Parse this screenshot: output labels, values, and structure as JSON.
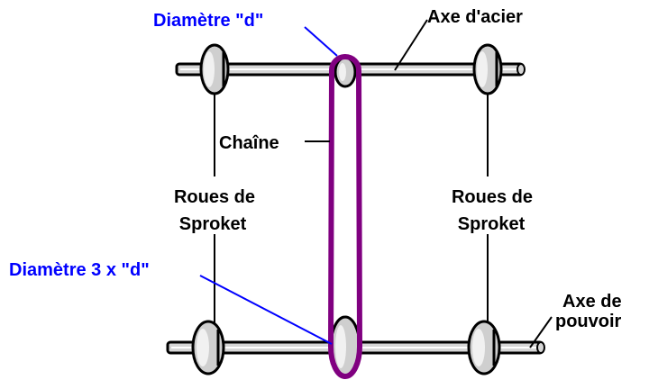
{
  "labels": {
    "diametre_d": "Diamètre \"d\"",
    "axe_acier": "Axe d'acier",
    "chaine": "Chaîne",
    "roues_left_1": "Roues de",
    "roues_left_2": "Sproket",
    "roues_right_1": "Roues de",
    "roues_right_2": "Sproket",
    "diametre_3d": "Diamètre 3 x \"d\"",
    "axe_pouvoir_1": "Axe de",
    "axe_pouvoir_2": "pouvoir"
  },
  "colors": {
    "chain": "#800080",
    "callout_blue": "#0000ff",
    "wheel_gray": "#cfcfcf",
    "outline": "#000000"
  }
}
